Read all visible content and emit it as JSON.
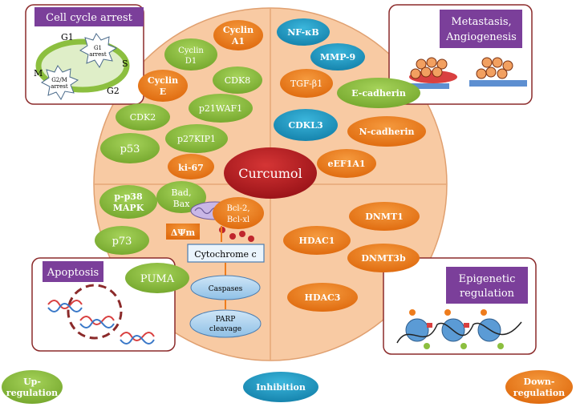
{
  "center": {
    "label": "Curcumol"
  },
  "panels": {
    "cell_cycle": {
      "title": "Cell cycle arrest",
      "phases": [
        "G1",
        "S",
        "G2",
        "M"
      ],
      "arrest_g1": [
        "G1",
        "arrest"
      ],
      "arrest_g2m": [
        "G2/M",
        "arrest"
      ]
    },
    "metastasis": {
      "title_lines": [
        "Metastasis,",
        "Angiogenesis"
      ]
    },
    "apoptosis": {
      "title": "Apoptosis"
    },
    "epigenetic": {
      "title_lines": [
        "Epigenetic",
        "regulation"
      ]
    }
  },
  "quadrant_cell_cycle": {
    "cyclin_a1": [
      "Cyclin",
      "A1"
    ],
    "cyclin_d1": [
      "Cyclin",
      "D1"
    ],
    "cyclin_e": [
      "Cyclin",
      "E"
    ],
    "cdk8": "CDK8",
    "cdk2": "CDK2",
    "p21": "p21WAF1",
    "p53": "p53",
    "p27": "p27KIP1",
    "ki67": "ki-67"
  },
  "quadrant_metastasis": {
    "nfkb": "NF-κB",
    "mmp9": "MMP-9",
    "tgfb1": "TGF-β1",
    "ecadherin": "E-cadherin",
    "cdkl3": "CDKL3",
    "ncadherin": "N-cadherin",
    "eef1a1": "eEF1A1"
  },
  "quadrant_apoptosis": {
    "pp38": [
      "p-p38",
      "MAPK"
    ],
    "bad_bax": [
      "Bad,",
      "Bax"
    ],
    "bcl2": [
      "Bcl-2,",
      "Bcl-xl"
    ],
    "dpsi": "ΔΨm",
    "p73": "p73",
    "cytochrome": "Cytochrome c",
    "puma": "PUMA",
    "caspases": "Caspases",
    "parp": [
      "PARP",
      "cleavage"
    ]
  },
  "quadrant_epigenetic": {
    "dnmt1": "DNMT1",
    "hdac1": "HDAC1",
    "dnmt3b": "DNMT3b",
    "hdac3": "HDAC3"
  },
  "legend": {
    "up": [
      "Up-",
      "regulation"
    ],
    "inhibition": "Inhibition",
    "down": [
      "Down-",
      "regulation"
    ]
  },
  "colors": {
    "green": "#8cbf3f",
    "orange": "#ee7c1c",
    "teal": "#1e9cc4",
    "circle": "#f7c7a0",
    "core": "#b21f24",
    "purple": "#6f3a93"
  }
}
